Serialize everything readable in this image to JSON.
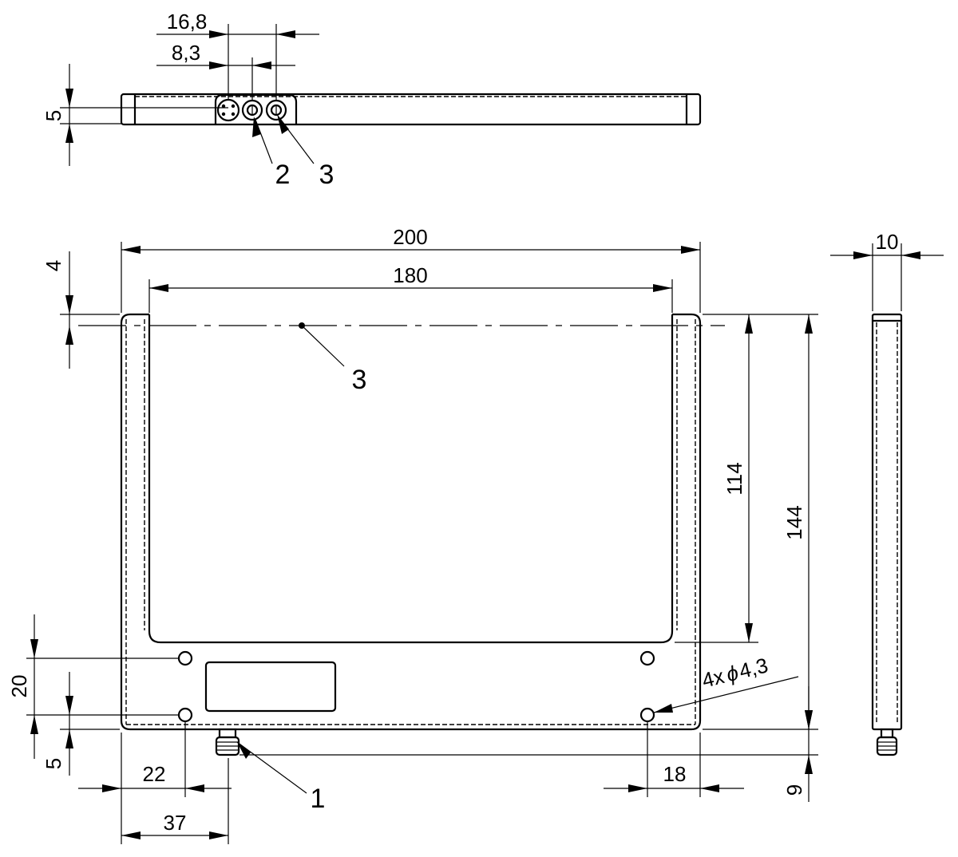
{
  "dimensions": {
    "d_16_8": "16,8",
    "d_8_3": "8,3",
    "d_5_top": "5",
    "d_200": "200",
    "d_180": "180",
    "d_10": "10",
    "d_4": "4",
    "d_114": "114",
    "d_144": "144",
    "d_20": "20",
    "d_5_bottom": "5",
    "d_22": "22",
    "d_37": "37",
    "d_18": "18",
    "d_9": "9",
    "hole_count": "4x",
    "hole_dia_symbol": "ϕ",
    "hole_dia": "4,3"
  },
  "callouts": {
    "c1": "1",
    "c2": "2",
    "c3_top": "3",
    "c3_front": "3"
  }
}
